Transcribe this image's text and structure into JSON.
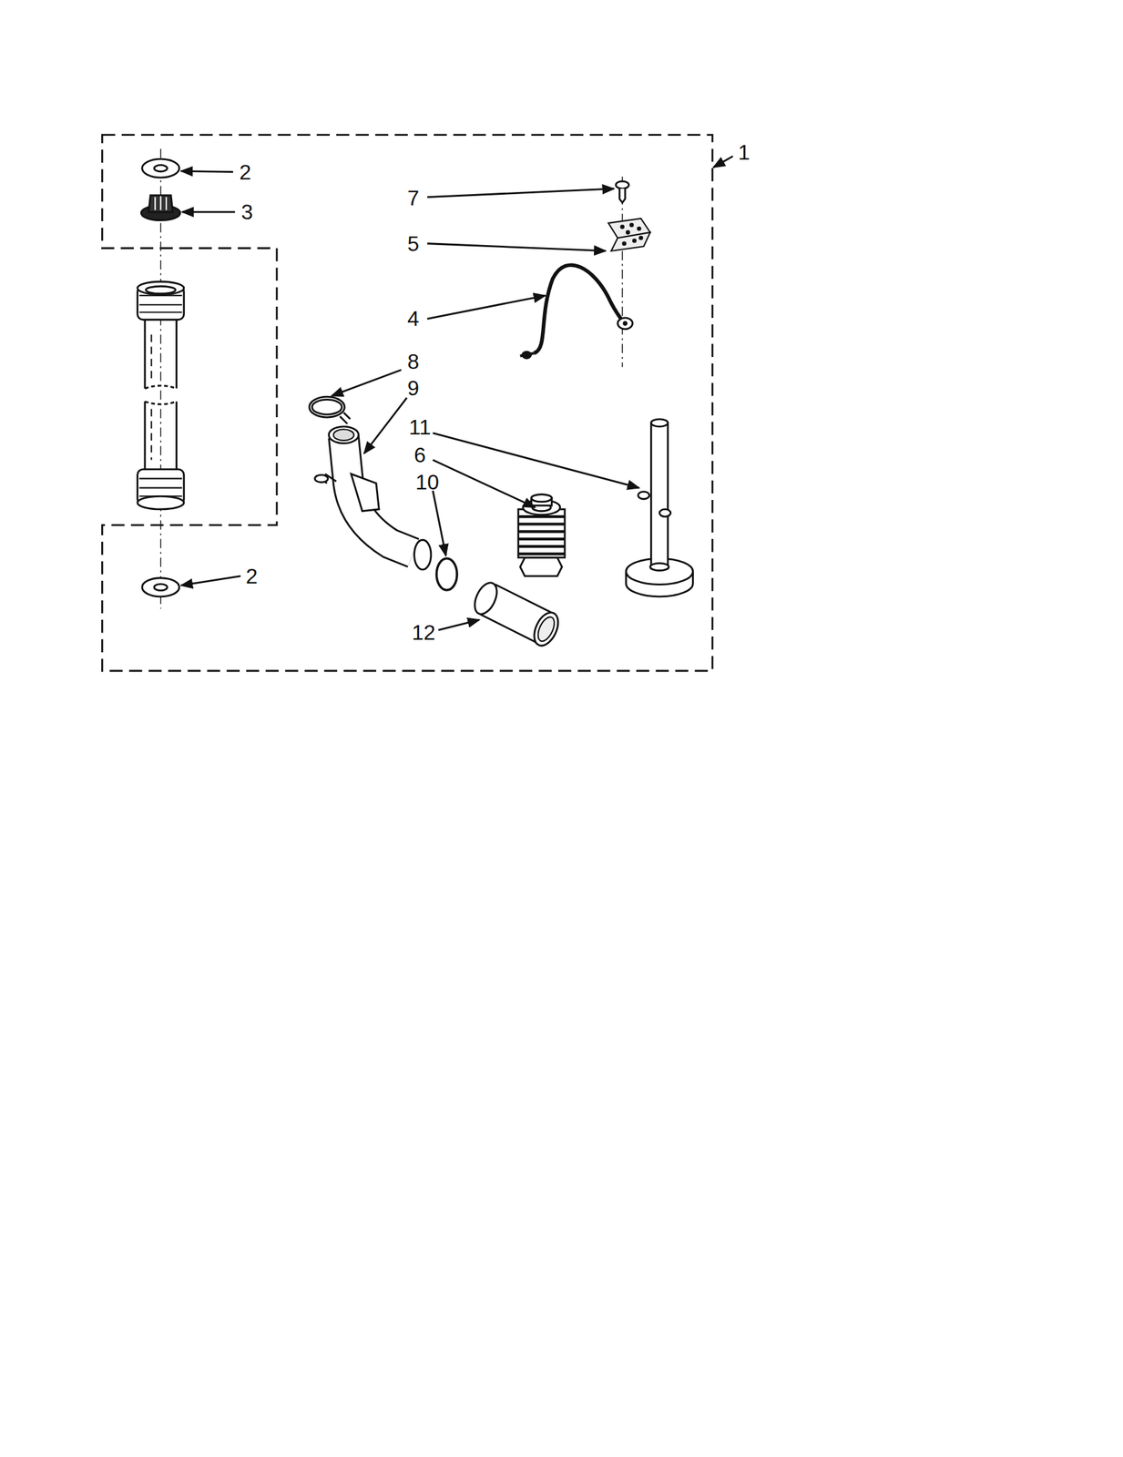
{
  "diagram": {
    "labels": [
      "2",
      "3",
      "1",
      "7",
      "5",
      "4",
      "8",
      "9",
      "11",
      "6",
      "10",
      "2",
      "12"
    ]
  }
}
